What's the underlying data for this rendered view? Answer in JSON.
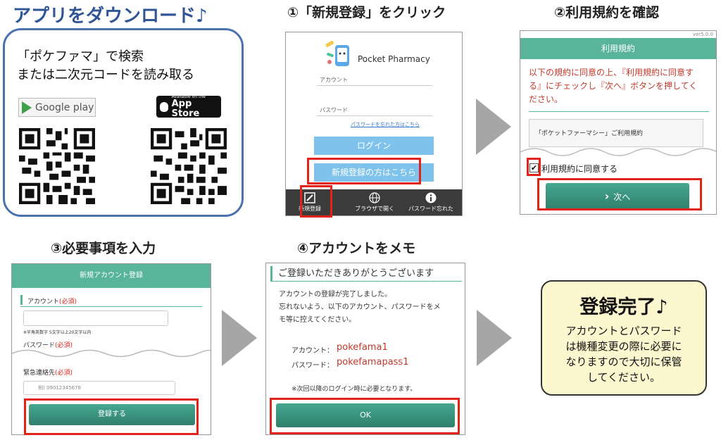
{
  "title": "アプリをダウンロード♪",
  "step1": {
    "line1": "「ポケファマ」で検索",
    "line2": "または二次元コードを読み取る",
    "google_play": "Google play",
    "app_store_small": "Available on the",
    "app_store_big": "App Store"
  },
  "step2": {
    "heading": "①「新規登録」をクリック",
    "app_name": "Pocket Pharmacy",
    "account_label": "アカウント",
    "password_label": "パスワード",
    "forgot_link": "パスワードを忘れた方はこちら",
    "login_button": "ログイン",
    "register_button": "新規登録の方はこちら",
    "tabs": [
      "新規登録",
      "ブラウザで開く",
      "パスワード忘れた"
    ]
  },
  "step3": {
    "heading": "②利用規約を確認",
    "version": "ver5.0.0",
    "bar_title": "利用規約",
    "instruction": "以下の規約に同意の上、『利用規約に同意する』にチェックし『次へ』ボタンを押してください。",
    "terms_title": "「ポケットファーマシー」ご利用規約",
    "agree_label": "利用規約に同意する",
    "next_button": "次へ"
  },
  "step4": {
    "heading": "③必要事項を入力",
    "bar_title": "新規アカウント登録",
    "account_label": "アカウント",
    "required": "(必須)",
    "account_hint": "※半角英数字 5文字以上20文字以内",
    "password_label": "パスワード",
    "emergency_label": "緊急連絡先",
    "phone_placeholder": "例) 09012345678",
    "register_button": "登録する"
  },
  "step5": {
    "heading": "④アカウントをメモ",
    "thanks": "ご登録いただきありがとうございます",
    "body_line1": "アカウントの登録が完了しました。",
    "body_line2": "忘れないよう、以下のアカウント、パスワードをメ",
    "body_line3": "モ等に控えてください。",
    "account_label": "アカウント：",
    "account_value": "pokefama1",
    "password_label": "パスワード：",
    "password_value": "pokefamapass1",
    "note": "※次回以降のログイン時に必要となります。",
    "ok_button": "OK"
  },
  "complete": {
    "title": "登録完了♪",
    "line1": "アカウントとパスワード",
    "line2": "は機種変更の際に必要に",
    "line3": "なりますので大切に保管",
    "line4": "してください。"
  },
  "colors": {
    "accent_teal": "#58b59a",
    "highlight_red": "#e2231a",
    "title_blue": "#2f5597",
    "value_red": "#c0392b"
  }
}
